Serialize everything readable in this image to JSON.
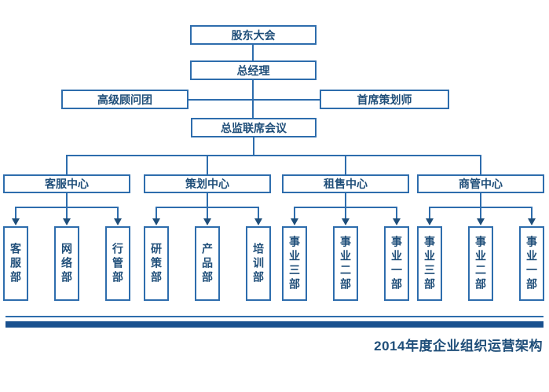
{
  "footer": {
    "title": "2014年度企业组织运营架构"
  },
  "org": {
    "shareholders": "股东大会",
    "general_manager": "总经理",
    "advisory_group": "高级顾问团",
    "chief_planner": "首席策划师",
    "directors_council": "总监联席会议",
    "centers": [
      {
        "label": "客服中心",
        "departments": [
          "客服部",
          "网络部",
          "行管部"
        ]
      },
      {
        "label": "策划中心",
        "departments": [
          "研策部",
          "产品部",
          "培训部"
        ]
      },
      {
        "label": "租售中心",
        "departments": [
          "事业三部",
          "事业二部",
          "事业一部"
        ]
      },
      {
        "label": "商管中心",
        "departments": [
          "事业三部",
          "事业二部",
          "事业一部"
        ]
      }
    ]
  },
  "colors": {
    "line": "#2e6dad",
    "border": "#2e6dad",
    "text": "#1f4e79",
    "arrow": "#1f4e79",
    "bar": "#19518f"
  }
}
